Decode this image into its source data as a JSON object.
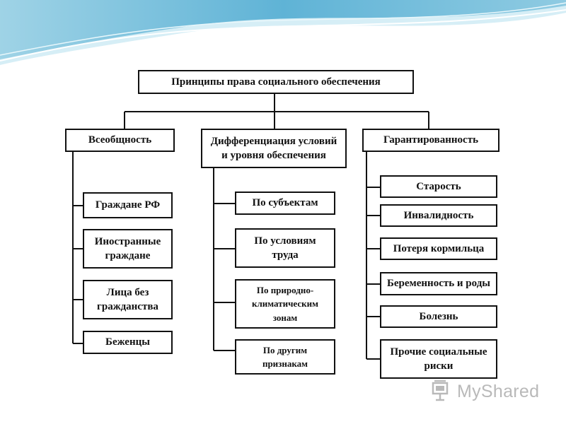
{
  "root": "Принципы права социального обеспечения",
  "columns": [
    {
      "title": "Всеобщность",
      "items": [
        "Граждане РФ",
        "Иностранные\nграждане",
        "Лица без\nгражданства",
        "Беженцы"
      ]
    },
    {
      "title": "Дифференциация условий\nи уровня обеспечения",
      "items": [
        "По субъектам",
        "По условиям\nтруда",
        "По природно-\nклиматическим\nзонам",
        "По другим\nпризнакам"
      ]
    },
    {
      "title": "Гарантированность",
      "items": [
        "Старость",
        "Инвалидность",
        "Потеря кормильца",
        "Беременность и роды",
        "Болезнь",
        "Прочие социальные\nриски"
      ]
    }
  ],
  "logo": {
    "text_main": "MyShared",
    "icon": "presentation-board-icon"
  },
  "colors": {
    "line": "#111111",
    "banner_light": "#cfeaf3",
    "banner_mid": "#7fc3dc",
    "banner_dark": "#3a97c4"
  }
}
